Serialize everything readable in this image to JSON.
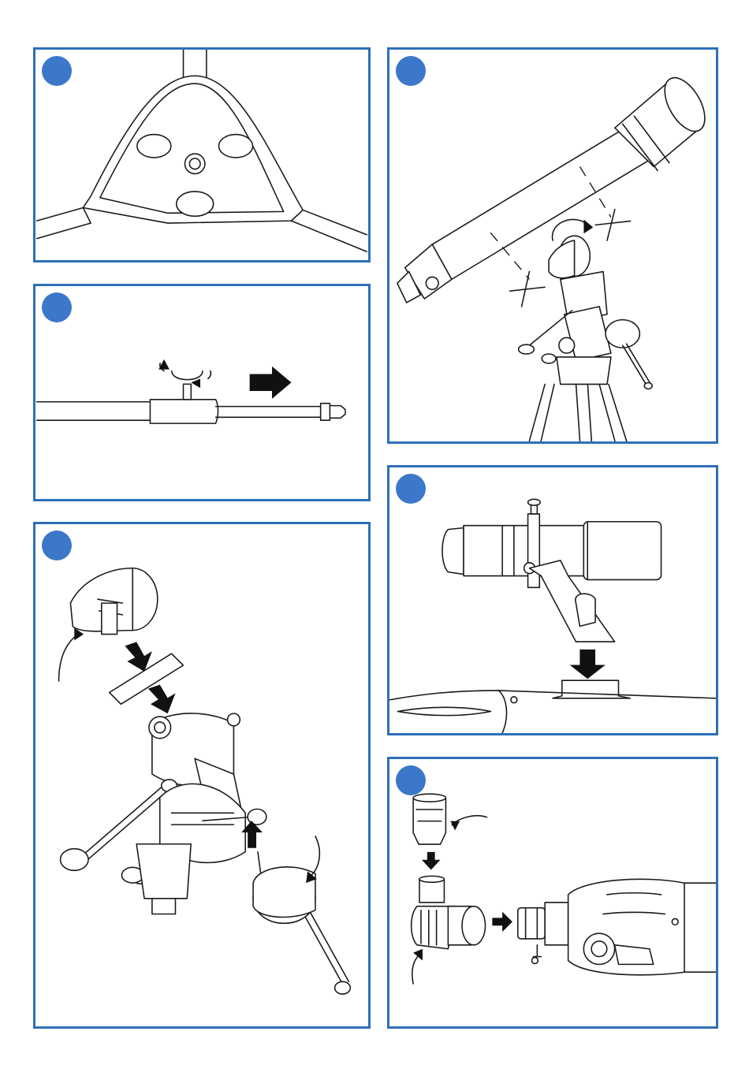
{
  "colors": {
    "panel_border": "#2e6fb9",
    "badge": "#3b78c9"
  },
  "panels": [
    {
      "id": "panel-1",
      "figure": "tripod-accessory-tray",
      "badge_icon": "step-badge"
    },
    {
      "id": "panel-2",
      "figure": "tripod-leg-extension",
      "badge_icon": "step-badge"
    },
    {
      "id": "panel-3",
      "figure": "equatorial-mount-assembly",
      "badge_icon": "step-badge"
    },
    {
      "id": "panel-4",
      "figure": "tube-on-mount",
      "badge_icon": "step-badge"
    },
    {
      "id": "panel-5",
      "figure": "finder-scope-mounting",
      "badge_icon": "step-badge"
    },
    {
      "id": "panel-6",
      "figure": "diagonal-and-eyepiece",
      "badge_icon": "step-badge"
    }
  ]
}
